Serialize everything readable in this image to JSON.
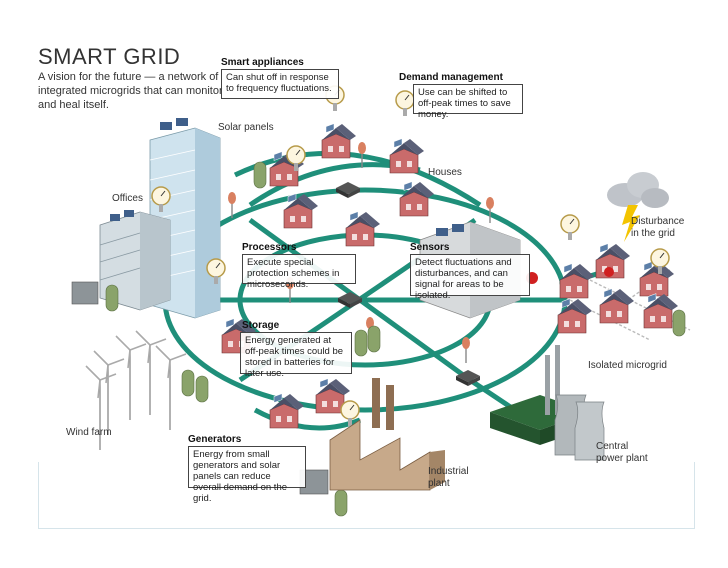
{
  "title": "SMART GRID",
  "subtitle": "A vision for the future — a network of integrated microgrids that can monitor and heal itself.",
  "labels": {
    "solar_panels": "Solar panels",
    "offices": "Offices",
    "houses": "Houses",
    "wind_farm": "Wind farm",
    "industrial_plant": "Industrial plant",
    "disturbance": "Disturbance in the grid",
    "isolated_microgrid": "Isolated microgrid",
    "central_power_plant": "Central power plant"
  },
  "callouts": {
    "smart_appliances": {
      "heading": "Smart appliances",
      "text": "Can shut off in response to frequency fluctuations."
    },
    "demand_management": {
      "heading": "Demand management",
      "text": "Use can be shifted to off-peak times to save money."
    },
    "processors": {
      "heading": "Processors",
      "text": "Execute special protection schemes in microseconds."
    },
    "sensors": {
      "heading": "Sensors",
      "text": "Detect fluctuations and disturbances, and can signal for areas to be isolated."
    },
    "storage": {
      "heading": "Storage",
      "text": "Energy generated at off-peak times could be stored in batteries for later use."
    },
    "generators": {
      "heading": "Generators",
      "text": "Energy from small generators and solar panels can reduce overall demand on the grid."
    }
  },
  "colors": {
    "grid_line": "#1f8f7a",
    "house_wall": "#c96b6b",
    "house_roof": "#4a4f66",
    "building_blue": "#cfe3ee",
    "tank_green": "#8aa36a",
    "sensor_red": "#d02020",
    "sensor_pole": "#d98060",
    "cloud": "#bfc3c9",
    "lightning": "#f3c400"
  }
}
